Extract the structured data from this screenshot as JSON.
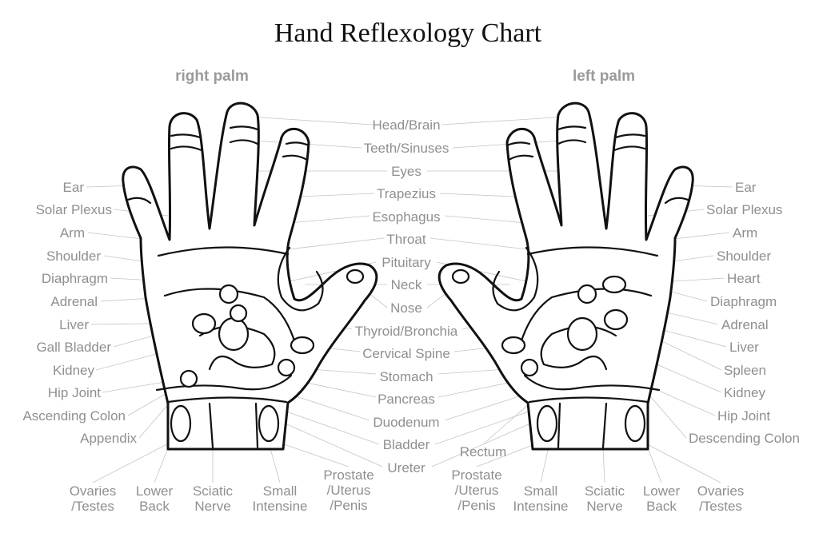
{
  "title": "Hand Reflexology Chart",
  "right_palm_label": "right palm",
  "left_palm_label": "left palm",
  "center_labels": [
    "Head/Brain",
    "Teeth/Sinuses",
    "Eyes",
    "Trapezius",
    "Esophagus",
    "Throat",
    "Pituitary",
    "Neck",
    "Nose",
    "Thyroid/Bronchia",
    "Cervical Spine",
    "Stomach",
    "Pancreas",
    "Duodenum",
    "Bladder",
    "Ureter"
  ],
  "left_side_labels": [
    "Ear",
    "Solar Plexus",
    "Arm",
    "Shoulder",
    "Diaphragm",
    "Adrenal",
    "Liver",
    "Gall Bladder",
    "Kidney",
    "Hip Joint",
    "Ascending Colon",
    "Appendix"
  ],
  "right_side_labels": [
    "Ear",
    "Solar Plexus",
    "Arm",
    "Shoulder",
    "Heart",
    "Diaphragm",
    "Adrenal",
    "Liver",
    "Spleen",
    "Kidney",
    "Hip Joint",
    "Descending Colon"
  ],
  "bottom_left_labels": [
    [
      "Ovaries",
      "/Testes"
    ],
    [
      "Lower",
      "Back"
    ],
    [
      "Sciatic",
      "Nerve"
    ],
    [
      "Small",
      "Intensine"
    ],
    [
      "Prostate",
      "/Uterus",
      "/Penis"
    ]
  ],
  "bottom_right_labels": [
    [
      "Rectum"
    ],
    [
      "Prostate",
      "/Uterus",
      "/Penis"
    ],
    [
      "Small",
      "Intensine"
    ],
    [
      "Sciatic",
      "Nerve"
    ],
    [
      "Lower",
      "Back"
    ],
    [
      "Ovaries",
      "/Testes"
    ]
  ],
  "colors": {
    "outline": "#111111",
    "label": "#8f8f8f",
    "leader": "#c4c4c4",
    "background": "#ffffff"
  }
}
